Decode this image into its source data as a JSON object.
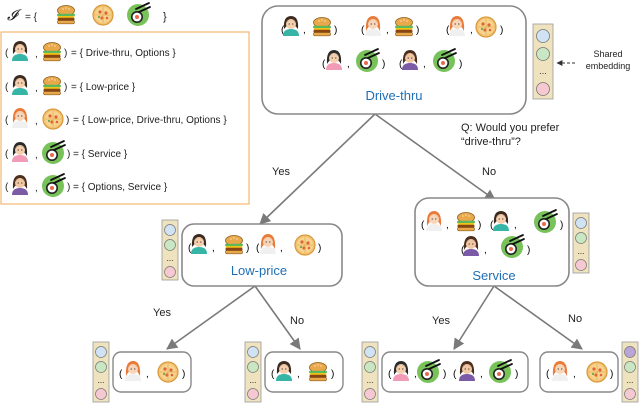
{
  "colors": {
    "accent_blue": "#1f6fb5",
    "line_gray": "#7a7a7a",
    "legend_border": "#f2b872",
    "vec_blue": "#cfe3f5",
    "vec_green": "#c9e7c2",
    "vec_pink": "#f6c8d2",
    "vec_purple": "#b9a6d6"
  },
  "item_set": {
    "symbol": "𝓘",
    "equals_open": "= {",
    "close": "}",
    "items": [
      "burger-icon",
      "pizza-icon",
      "sushi-icon"
    ]
  },
  "legend": [
    {
      "user": "woman-teal-icon",
      "item": "burger-icon",
      "text": "= { Drive-thru, Options }"
    },
    {
      "user": "woman-teal-icon",
      "item": "burger-icon",
      "text": "= { Low-price }"
    },
    {
      "user": "woman-orange-icon",
      "item": "pizza-icon",
      "text": "= { Low-price, Drive-thru, Options }"
    },
    {
      "user": "woman-pink-icon",
      "item": "sushi-icon",
      "text": "= { Service }"
    },
    {
      "user": "woman-purple-icon",
      "item": "sushi-icon",
      "text": "= { Options, Service }"
    }
  ],
  "pair_syntax": {
    "open": "(",
    "comma": ",",
    "close": ")"
  },
  "shared_embedding": {
    "line1": "Shared",
    "line2": "embedding",
    "ellipsis": "..."
  },
  "question": {
    "line1": "Q: Would you prefer",
    "line2": "“drive-thru”?"
  },
  "nodes": {
    "root": {
      "label": "Drive-thru"
    },
    "left": {
      "label": "Low-price"
    },
    "right": {
      "label": "Service"
    }
  },
  "edges": {
    "yes": "Yes",
    "no": "No"
  }
}
